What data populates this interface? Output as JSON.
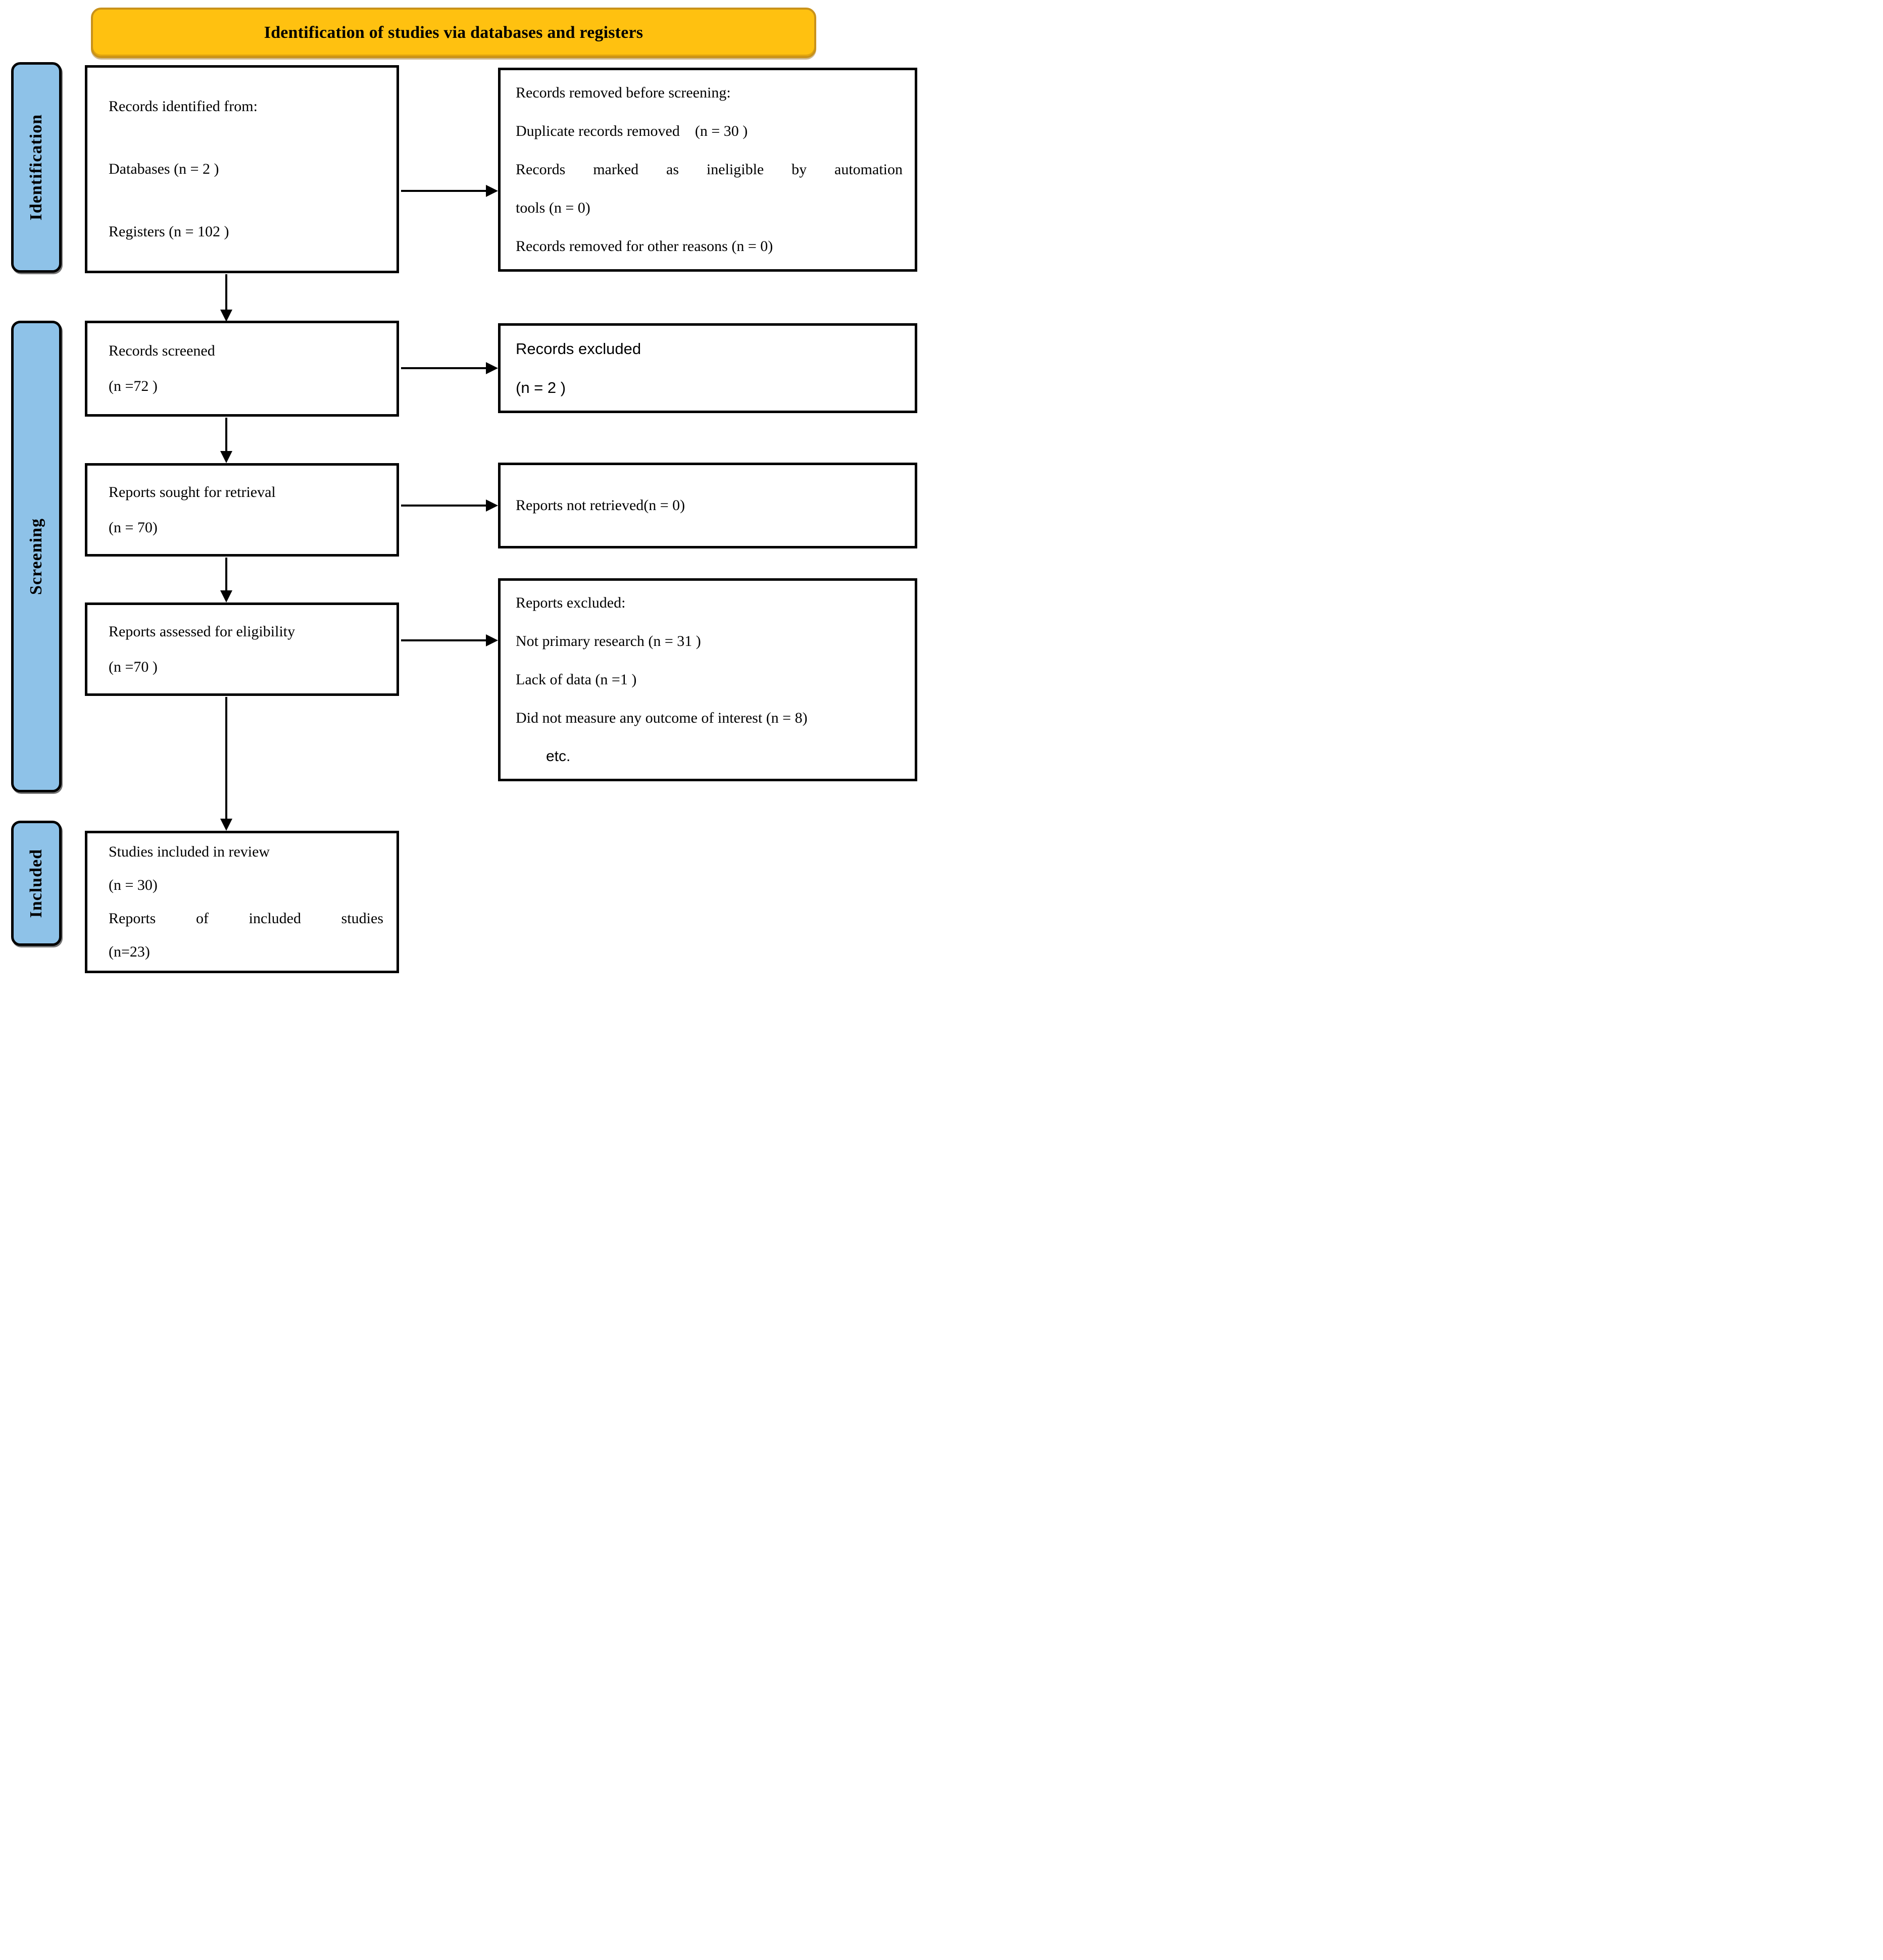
{
  "banner": {
    "title": "Identification of studies via databases and registers"
  },
  "stages": {
    "identification": "Identification",
    "screening": "Screening",
    "included": "Included"
  },
  "boxes": {
    "records_identified": {
      "lines": [
        "Records identified from:",
        "Databases (n = 2 )",
        "Registers (n = 102 )"
      ]
    },
    "records_removed": {
      "lines": [
        "Records removed before screening:",
        "Duplicate records removed    (n = 30 )",
        "Records marked as ineligible by automation",
        "tools (n = 0)",
        "Records removed for other reasons (n = 0)"
      ]
    },
    "records_screened": {
      "lines": [
        "Records screened",
        "(n =72 )"
      ]
    },
    "records_excluded": {
      "lines": [
        "Records excluded",
        "(n = 2 )"
      ]
    },
    "reports_sought": {
      "lines": [
        "Reports sought for retrieval",
        "(n = 70)"
      ]
    },
    "reports_not_retrieved": {
      "lines": [
        "Reports not retrieved(n = 0)"
      ]
    },
    "reports_assessed": {
      "lines": [
        "Reports assessed for eligibility",
        "(n =70 )"
      ]
    },
    "reports_excluded": {
      "lines": [
        "Reports excluded:",
        "Not primary research (n = 31 )",
        "Lack of data (n =1 )",
        "Did not measure any outcome of interest (n = 8)",
        "etc."
      ]
    },
    "studies_included": {
      "lines": [
        "Studies included in review",
        "(n = 30)",
        "Reports of included studies",
        "(n=23)"
      ]
    }
  },
  "colors": {
    "banner_fill": "#FFC110",
    "banner_border": "#C9921A",
    "stage_fill": "#8EC2E8",
    "box_border": "#000000",
    "text": "#000000"
  }
}
